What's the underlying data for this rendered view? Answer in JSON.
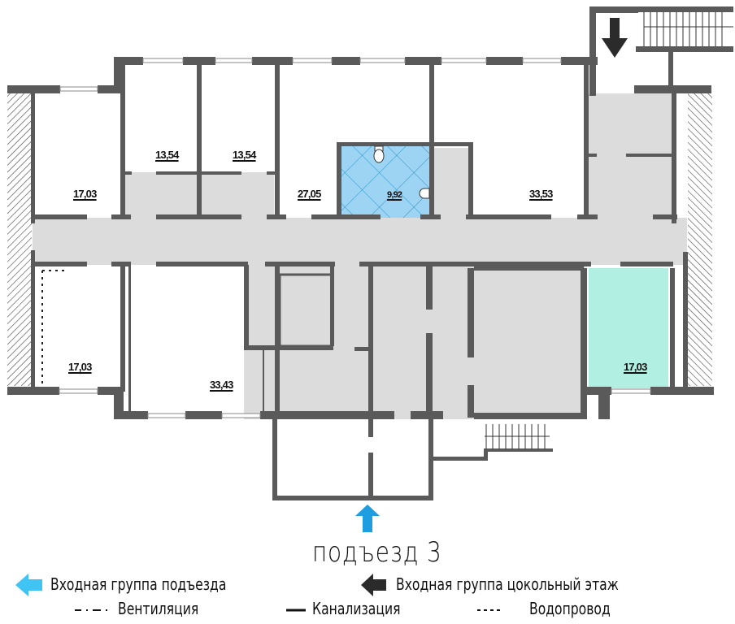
{
  "plan": {
    "title": "подъезд 3",
    "rooms": [
      {
        "id": "room-left-top",
        "area": "17,03"
      },
      {
        "id": "room-top-2",
        "area": "13,54"
      },
      {
        "id": "room-top-3",
        "area": "13,54"
      },
      {
        "id": "room-top-4",
        "area": "27,05"
      },
      {
        "id": "bathroom",
        "area": "9,92"
      },
      {
        "id": "room-top-right",
        "area": "33,53"
      },
      {
        "id": "room-left-bottom",
        "area": "17,03"
      },
      {
        "id": "room-bottom-2",
        "area": "33,43"
      },
      {
        "id": "room-bottom-right",
        "area": "17,03"
      }
    ],
    "colors": {
      "wall": "#5a5a5a",
      "corridor": "#dcdcdc",
      "bathroom": "#9dd4f3",
      "highlight_room": "#b0efe2",
      "entrance_arrow": "#1e9de0",
      "basement_arrow": "#2b2b2b"
    }
  },
  "legend": {
    "entrance_group": "Входная группа подъезда",
    "basement_entrance_group": "Входная группа цокольный этаж",
    "ventilation": "Вентиляция",
    "sewerage": "Канализация",
    "water_supply": "Водопровод",
    "ventilation_symbol": "-·-",
    "sewerage_symbol": "—",
    "water_supply_symbol": "----"
  }
}
